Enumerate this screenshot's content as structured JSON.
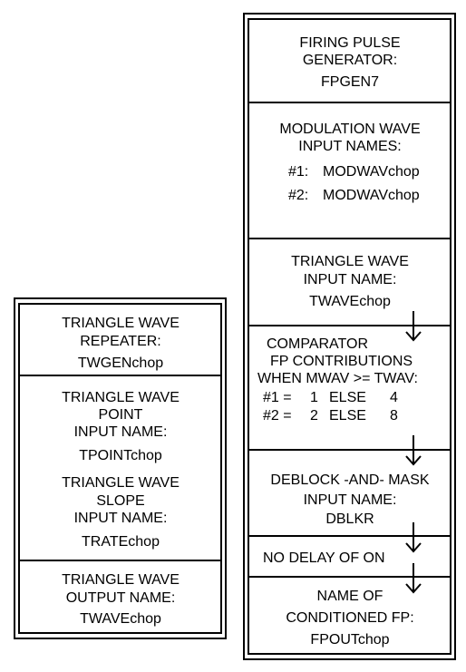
{
  "left_block": {
    "repeater": {
      "line1": "TRIANGLE WAVE",
      "line2": "REPEATER:",
      "name": "TWGENchop"
    },
    "point": {
      "line1": "TRIANGLE WAVE",
      "line2": "POINT",
      "line3": "INPUT NAME:",
      "name": "TPOINTchop"
    },
    "slope": {
      "line1": "TRIANGLE WAVE",
      "line2": "SLOPE",
      "line3": "INPUT NAME:",
      "name": "TRATEchop"
    },
    "output": {
      "line1": "TRIANGLE WAVE",
      "line2": "OUTPUT NAME:",
      "name": "TWAVEchop"
    }
  },
  "right_block": {
    "generator": {
      "line1": "FIRING PULSE",
      "line2": "GENERATOR:",
      "name": "FPGEN7"
    },
    "modulation": {
      "line1": "MODULATION WAVE",
      "line2": "INPUT NAMES:",
      "inputs": [
        {
          "label": "#1:",
          "name": "MODWAVchop"
        },
        {
          "label": "#2:",
          "name": "MODWAVchop"
        }
      ]
    },
    "triangle_input": {
      "line1": "TRIANGLE WAVE",
      "line2": "INPUT NAME:",
      "name": "TWAVEchop"
    },
    "comparator": {
      "line1": "COMPARATOR",
      "line2": "FP CONTRIBUTIONS",
      "line3": "WHEN MWAV >= TWAV:",
      "rows": [
        {
          "label": "#1 =",
          "value": "1",
          "else_label": "ELSE",
          "else_value": "4"
        },
        {
          "label": "#2 =",
          "value": "2",
          "else_label": "ELSE",
          "else_value": "8"
        }
      ]
    },
    "deblock": {
      "line1": "DEBLOCK -AND- MASK",
      "line2": "INPUT NAME:",
      "name": "DBLKR"
    },
    "delay": {
      "line1": "NO DELAY OF ON"
    },
    "conditioned": {
      "line1": "NAME OF",
      "line2": "CONDITIONED FP:",
      "name": "FPOUTchop"
    }
  }
}
